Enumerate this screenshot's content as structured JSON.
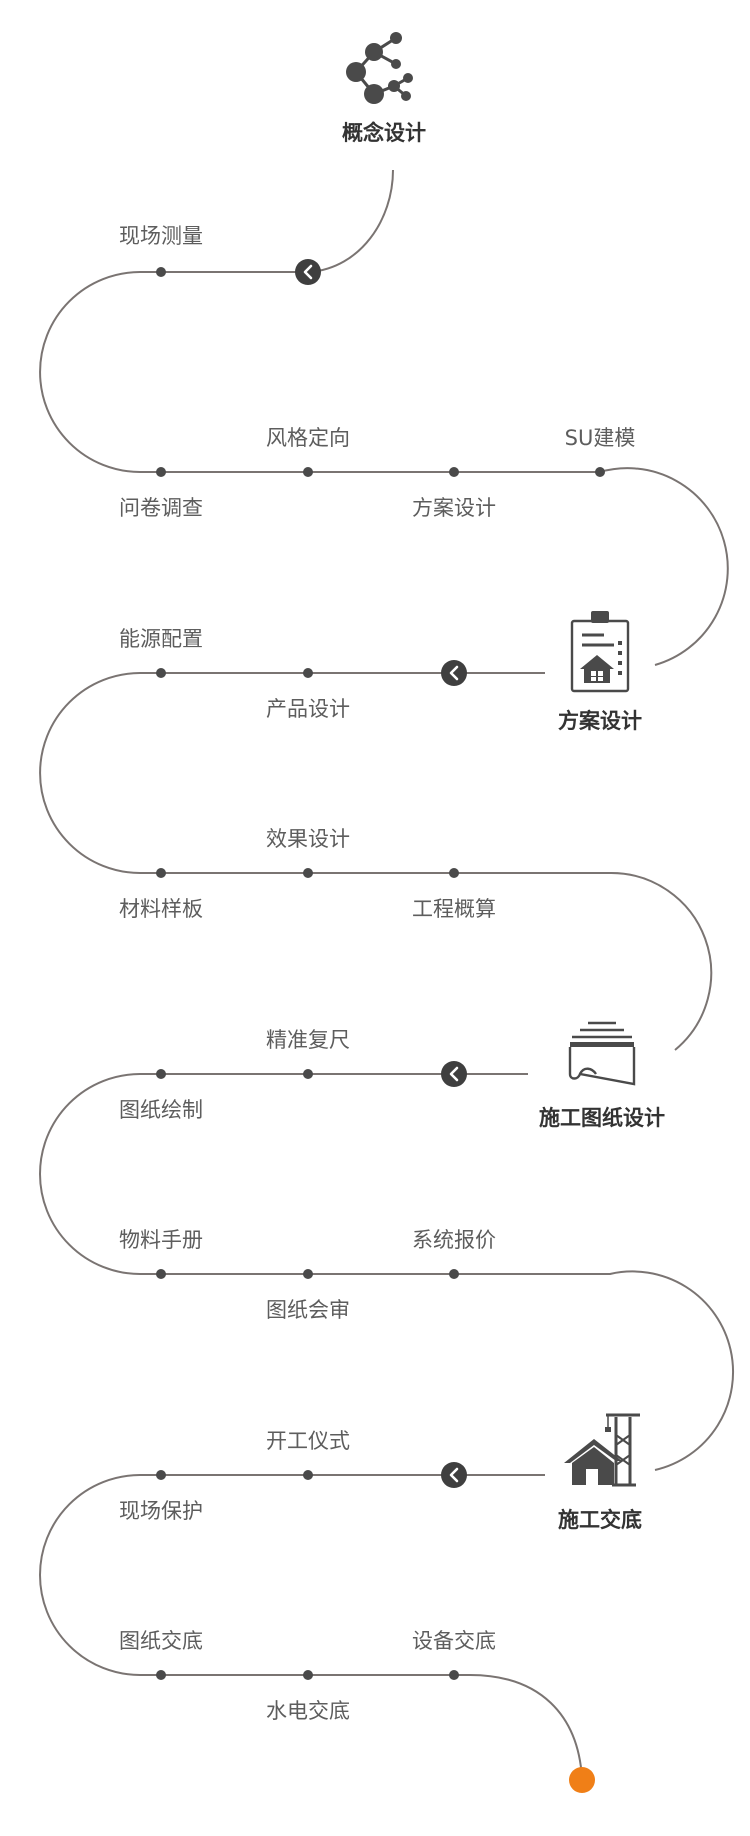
{
  "stages": [
    {
      "label": "概念设计"
    },
    {
      "label": "方案设计"
    },
    {
      "label": "施工图纸设计"
    },
    {
      "label": "施工交底"
    }
  ],
  "steps": [
    {
      "label": "现场测量"
    },
    {
      "label": "问卷调查"
    },
    {
      "label": "风格定向"
    },
    {
      "label": "方案设计"
    },
    {
      "label": "SU建模"
    },
    {
      "label": "能源配置"
    },
    {
      "label": "产品设计"
    },
    {
      "label": "材料样板"
    },
    {
      "label": "效果设计"
    },
    {
      "label": "工程概算"
    },
    {
      "label": "精准复尺"
    },
    {
      "label": "图纸绘制"
    },
    {
      "label": "物料手册"
    },
    {
      "label": "图纸会审"
    },
    {
      "label": "系统报价"
    },
    {
      "label": "开工仪式"
    },
    {
      "label": "现场保护"
    },
    {
      "label": "图纸交底"
    },
    {
      "label": "水电交底"
    },
    {
      "label": "设备交底"
    }
  ],
  "colors": {
    "path": "#7a7472",
    "node": "#4a4a4a",
    "chevron_badge": "#3f3f3f",
    "end_marker": "#f07f17"
  },
  "icons": [
    "molecule-icon",
    "clipboard-house-icon",
    "paper-stack-icon",
    "house-crane-icon"
  ]
}
